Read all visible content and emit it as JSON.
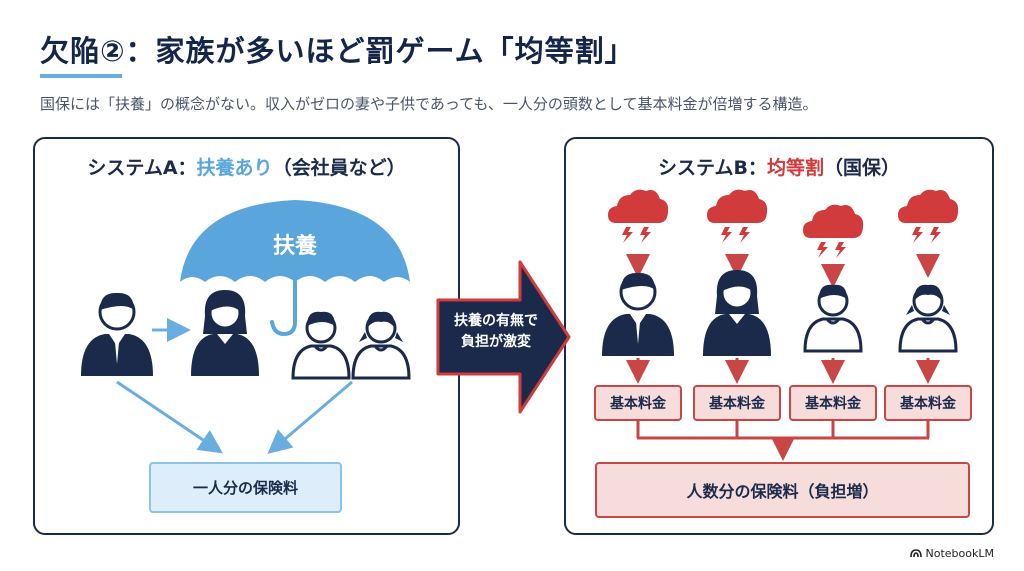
{
  "header": {
    "title": "欠陥②：家族が多いほど罰ゲーム「均等割」",
    "subtitle": "国保には「扶養」の概念がない。収入がゼロの妻や子供であっても、一人分の頭数として基本料金が倍増する構造。"
  },
  "system_a": {
    "title_prefix": "システムA：",
    "title_highlight": "扶養あり",
    "title_suffix": "（会社員など）",
    "umbrella_label": "扶養",
    "result_box": "一人分の保険料"
  },
  "center_arrow": {
    "line1": "扶養の有無で",
    "line2": "負担が激変"
  },
  "system_b": {
    "title_prefix": "システムB：",
    "title_highlight": "均等割",
    "title_suffix": "（国保）",
    "fee_labels": [
      "基本料金",
      "基本料金",
      "基本料金",
      "基本料金"
    ],
    "result_box": "人数分の保険料（負担増）"
  },
  "brand": {
    "name": "NotebookLM"
  },
  "colors": {
    "navy": "#1b2a4a",
    "accent_blue": "#5aa6dc",
    "accent_red": "#d13b3b",
    "pale_blue": "#ddeefa",
    "pale_red": "#f7dcdc"
  }
}
